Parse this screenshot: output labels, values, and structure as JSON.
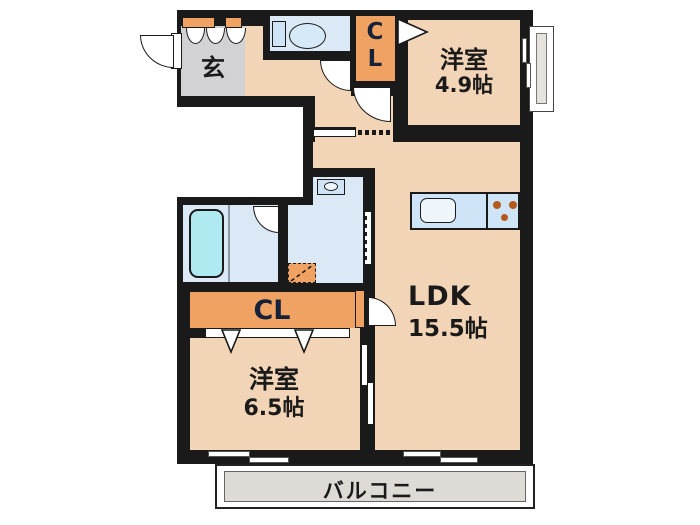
{
  "floor_plan": {
    "entrance": {
      "label": "玄"
    },
    "closet_upper": {
      "line1": "C",
      "line2": "L"
    },
    "bedroom_upper": {
      "name": "洋室",
      "size": "4.9帖"
    },
    "ldk": {
      "name": "LDK",
      "size": "15.5帖"
    },
    "closet_lower": {
      "label": "CL"
    },
    "bedroom_lower": {
      "name": "洋室",
      "size": "6.5帖"
    },
    "balcony": {
      "label": "バルコニー"
    },
    "fixtures": [
      "toilet",
      "bathtub",
      "washbasin",
      "kitchen-sink",
      "gas-stove",
      "washing-machine-space",
      "shoe-cabinet"
    ],
    "colors": {
      "wall": "#1a1a1a",
      "room_floor": "#f2d4b6",
      "entrance_floor": "#d2d2d4",
      "wet_room": "#dbe9f6",
      "fixture_blue": "#cfe4f6",
      "bathtub": "#aeeaf0",
      "closet_orange": "#f0a263",
      "balcony_gray": "#dedad6",
      "burner": "#b55a1e"
    }
  }
}
